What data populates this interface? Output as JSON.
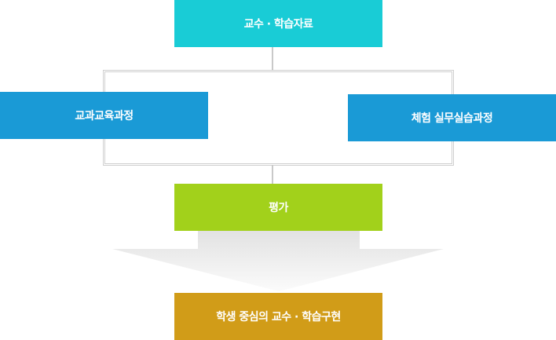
{
  "nodes": {
    "materials": {
      "label": "교수 · 학습자료",
      "color": "#19ccd6"
    },
    "curriculum": {
      "label": "교과교육과정",
      "color": "#1a9ad6"
    },
    "practical": {
      "label": "체험 실무실습과정",
      "color": "#1a9ad6"
    },
    "evaluation": {
      "label": "평가",
      "color": "#a2d11b"
    },
    "implementation": {
      "label": "학생 중심의 교수 · 학습구현",
      "color": "#d19c18"
    }
  },
  "colors": {
    "connector": "#c9c9c9",
    "arrow_top": "#e4e4e4",
    "arrow_bottom": "#ffffff"
  }
}
